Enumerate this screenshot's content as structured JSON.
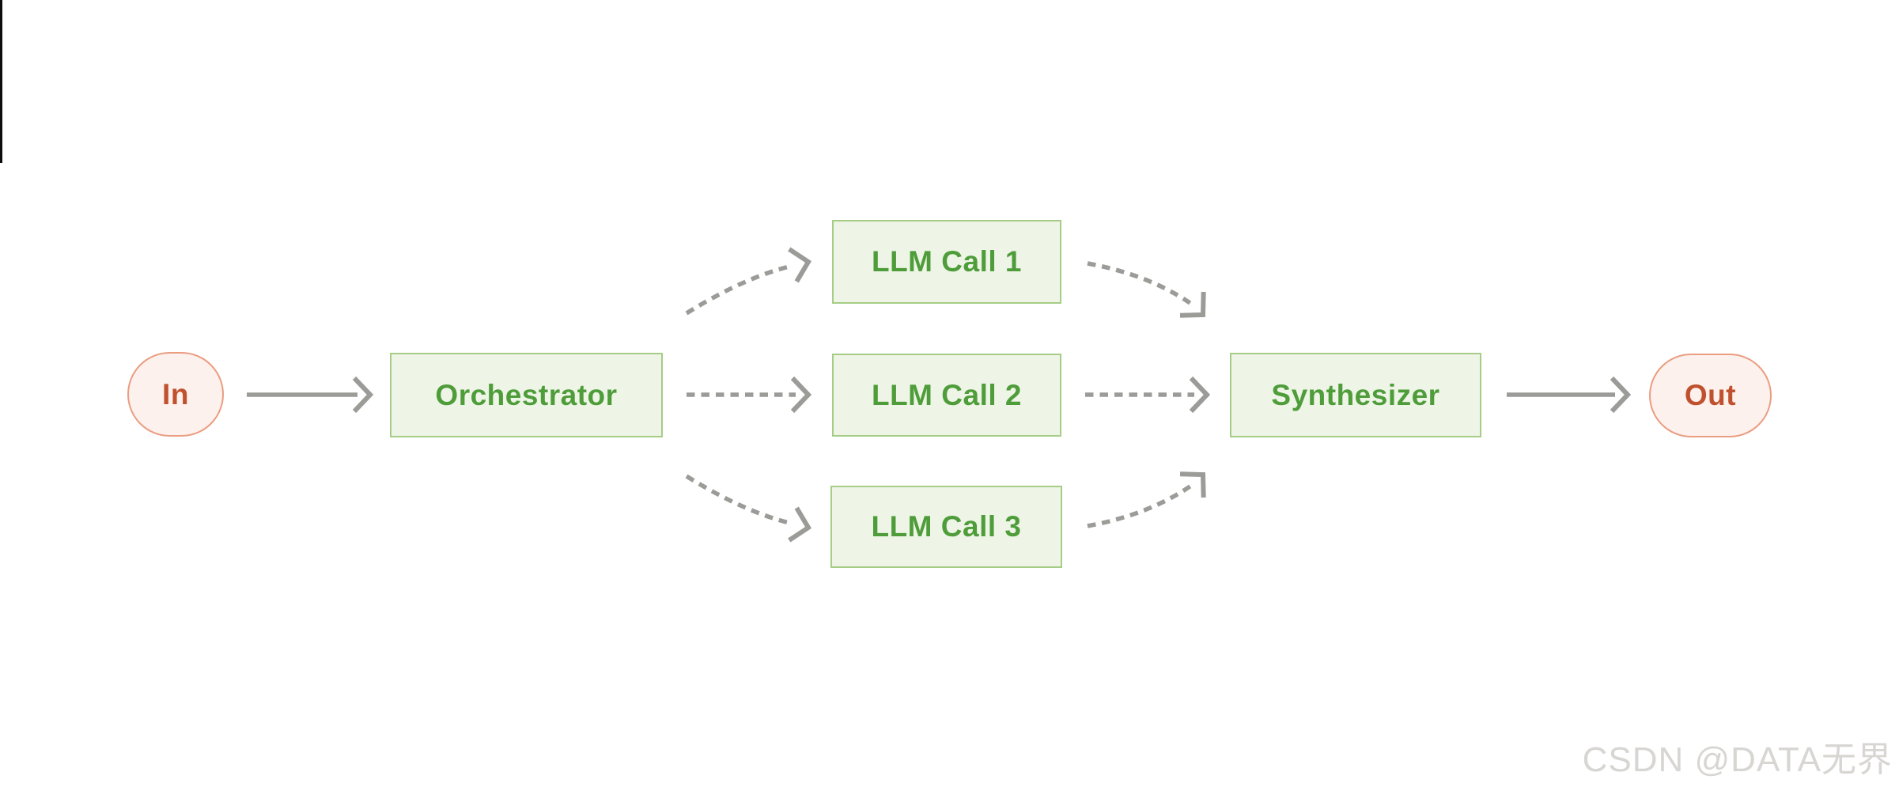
{
  "diagram": {
    "nodes": [
      {
        "id": "in",
        "label": "In",
        "shape": "stadium",
        "role": "input"
      },
      {
        "id": "orchestrator",
        "label": "Orchestrator",
        "shape": "rect",
        "role": "process"
      },
      {
        "id": "llm-call-1",
        "label": "LLM Call 1",
        "shape": "rect",
        "role": "worker"
      },
      {
        "id": "llm-call-2",
        "label": "LLM Call 2",
        "shape": "rect",
        "role": "worker"
      },
      {
        "id": "llm-call-3",
        "label": "LLM Call 3",
        "shape": "rect",
        "role": "worker"
      },
      {
        "id": "synthesizer",
        "label": "Synthesizer",
        "shape": "rect",
        "role": "process"
      },
      {
        "id": "out",
        "label": "Out",
        "shape": "stadium",
        "role": "output"
      }
    ],
    "edges": [
      {
        "from": "in",
        "to": "orchestrator",
        "style": "solid"
      },
      {
        "from": "orchestrator",
        "to": "llm-call-1",
        "style": "dashed"
      },
      {
        "from": "orchestrator",
        "to": "llm-call-2",
        "style": "dashed"
      },
      {
        "from": "orchestrator",
        "to": "llm-call-3",
        "style": "dashed"
      },
      {
        "from": "llm-call-1",
        "to": "synthesizer",
        "style": "dashed"
      },
      {
        "from": "llm-call-2",
        "to": "synthesizer",
        "style": "dashed"
      },
      {
        "from": "llm-call-3",
        "to": "synthesizer",
        "style": "dashed"
      },
      {
        "from": "synthesizer",
        "to": "out",
        "style": "solid"
      }
    ],
    "colors": {
      "node_green_fill": "#eef5e7",
      "node_green_border": "#a5cd85",
      "node_green_text": "#4f9d3a",
      "node_pink_fill": "#fdf1ed",
      "node_pink_border": "#ea9d81",
      "node_pink_text": "#c0512e",
      "arrow": "#9b9b98",
      "background": "#ffffff"
    }
  },
  "watermark": {
    "text": "CSDN @DATA无界"
  }
}
